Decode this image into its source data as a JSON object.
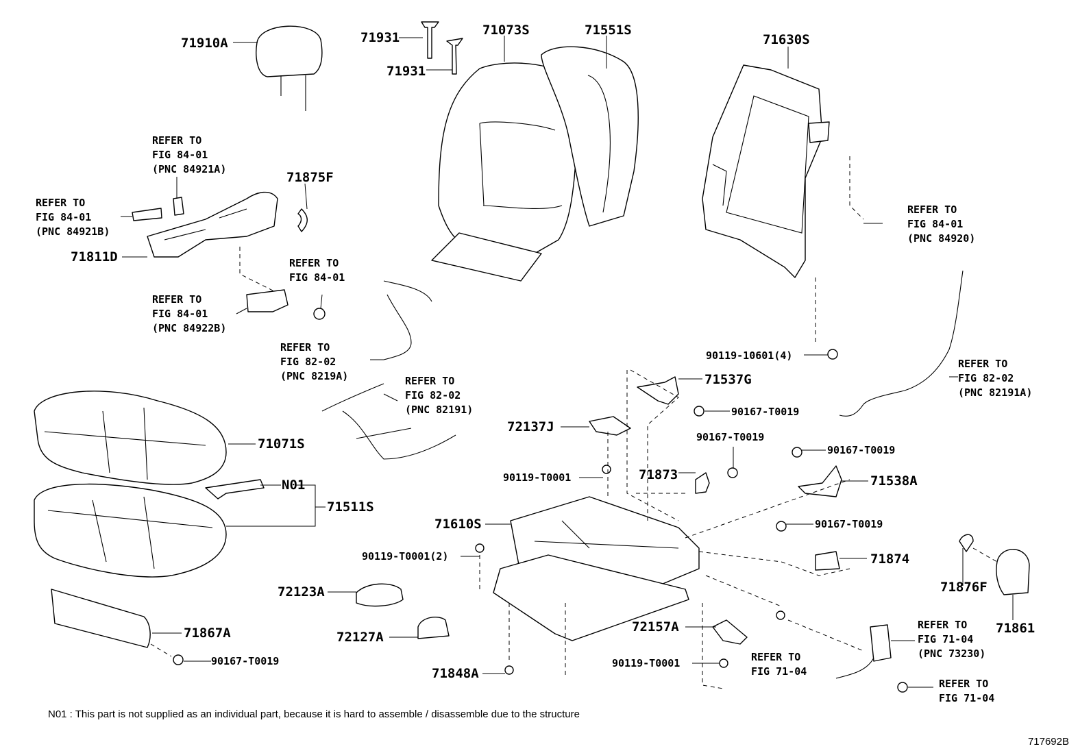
{
  "diagram": {
    "parts": [
      {
        "id": "71910A"
      },
      {
        "id": "71931a",
        "text": "71931"
      },
      {
        "id": "71931b",
        "text": "71931"
      },
      {
        "id": "71073S"
      },
      {
        "id": "71551S"
      },
      {
        "id": "71630S"
      },
      {
        "id": "71875F"
      },
      {
        "id": "71811D"
      },
      {
        "id": "71071S"
      },
      {
        "id": "N01"
      },
      {
        "id": "71511S"
      },
      {
        "id": "71867A"
      },
      {
        "id": "72123A"
      },
      {
        "id": "72127A"
      },
      {
        "id": "71848A"
      },
      {
        "id": "72137J"
      },
      {
        "id": "71610S"
      },
      {
        "id": "71537G"
      },
      {
        "id": "71873"
      },
      {
        "id": "71538A"
      },
      {
        "id": "71874"
      },
      {
        "id": "71876F"
      },
      {
        "id": "71861"
      },
      {
        "id": "72157A"
      }
    ],
    "labels": {
      "p71910A": "71910A",
      "p71931a": "71931",
      "p71931b": "71931",
      "p71073S": "71073S",
      "p71551S": "71551S",
      "p71630S": "71630S",
      "p71875F": "71875F",
      "p71811D": "71811D",
      "p71071S": "71071S",
      "pN01": "N01",
      "p71511S": "71511S",
      "p71867A": "71867A",
      "p72123A": "72123A",
      "p72127A": "72127A",
      "p71848A": "71848A",
      "p72137J": "72137J",
      "p71610S": "71610S",
      "p71537G": "71537G",
      "p71873": "71873",
      "p71538A": "71538A",
      "p71874": "71874",
      "p71876F": "71876F",
      "p71861": "71861",
      "p72157A": "72157A",
      "b90119_10601": "90119-10601(4)",
      "b90167_a": "90167-T0019",
      "b90167_b": "90167-T0019",
      "b90167_c": "90167-T0019",
      "b90167_d": "90167-T0019",
      "b90167_e": "90167-T0019",
      "b90119_a": "90119-T0001",
      "b90119_b": "90119-T0001(2)",
      "b90119_c": "90119-T0001"
    },
    "refs": {
      "r1": "REFER TO\nFIG 84-01\n(PNC 84921A)",
      "r2": "REFER TO\nFIG 84-01\n(PNC 84921B)",
      "r3": "REFER TO\nFIG 84-01",
      "r4": "REFER TO\nFIG 84-01\n(PNC 84922B)",
      "r5": "REFER TO\nFIG 82-02\n(PNC 8219A)",
      "r6": "REFER TO\nFIG 82-02\n(PNC 82191)",
      "r7": "REFER TO\nFIG 84-01\n(PNC 84920)",
      "r8": "REFER TO\nFIG 82-02\n(PNC 82191A)",
      "r9": "REFER TO\nFIG 71-04",
      "r10": "REFER TO\nFIG 71-04\n(PNC 73230)",
      "r11": "REFER TO\nFIG 71-04"
    },
    "note": "N01 : This part is not supplied as an individual part, because it is hard to assemble / disassemble due to the structure",
    "figure_id": "717692B"
  }
}
